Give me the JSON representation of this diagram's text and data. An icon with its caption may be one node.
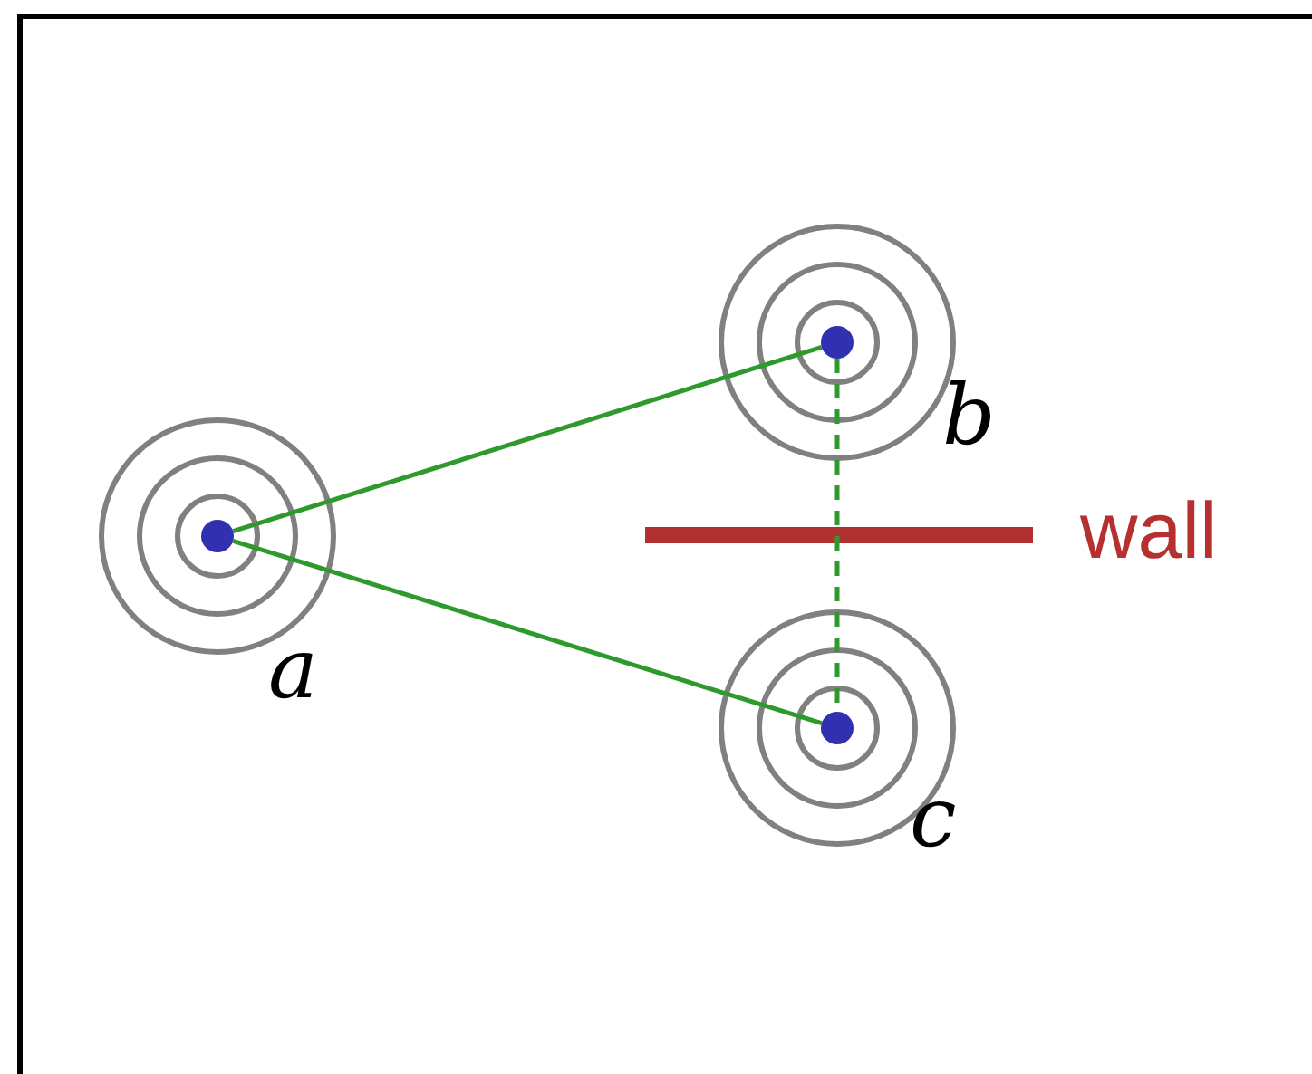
{
  "diagram": {
    "nodes": [
      {
        "text": [],
        "shape": "circle",
        "beside": [
          "a"
        ]
      },
      {
        "text": [],
        "shape": "circle",
        "beside": [
          "b"
        ]
      },
      {
        "text": [],
        "shape": "circle",
        "beside": [
          "c"
        ]
      }
    ],
    "edges": [
      {
        "from": 0,
        "to": 1,
        "arrow": "none"
      },
      {
        "from": 0,
        "to": 2,
        "arrow": "none"
      },
      {
        "from": 1,
        "to": 2,
        "arrow": "none",
        "style": "dashed"
      }
    ],
    "labels": [
      "wall"
    ]
  }
}
